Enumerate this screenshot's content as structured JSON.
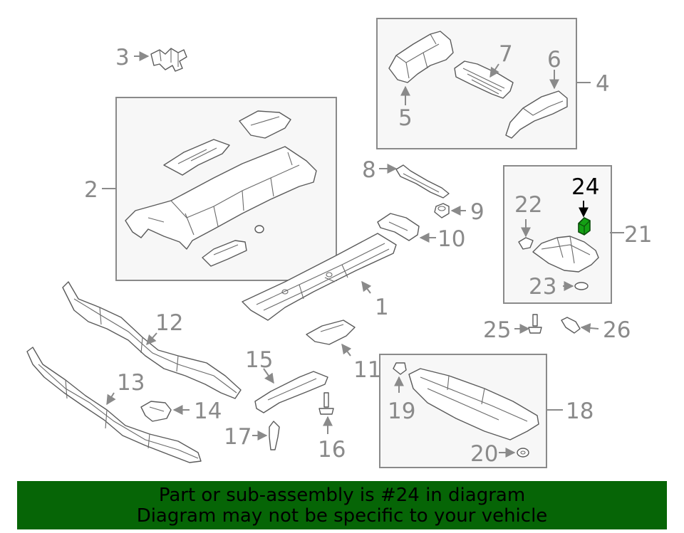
{
  "parts": {
    "p1": "1",
    "p2": "2",
    "p3": "3",
    "p4": "4",
    "p5": "5",
    "p6": "6",
    "p7": "7",
    "p8": "8",
    "p9": "9",
    "p10": "10",
    "p11": "11",
    "p12": "12",
    "p13": "13",
    "p14": "14",
    "p15": "15",
    "p16": "16",
    "p17": "17",
    "p18": "18",
    "p19": "19",
    "p20": "20",
    "p21": "21",
    "p22": "22",
    "p23": "23",
    "p24": "24",
    "p25": "25",
    "p26": "26"
  },
  "highlight": {
    "part": "24",
    "color": "#14a014"
  },
  "banner": {
    "line1": "Part or sub-assembly is #24 in diagram",
    "line2": "Diagram may not be specific to your vehicle",
    "background": "#066506"
  }
}
